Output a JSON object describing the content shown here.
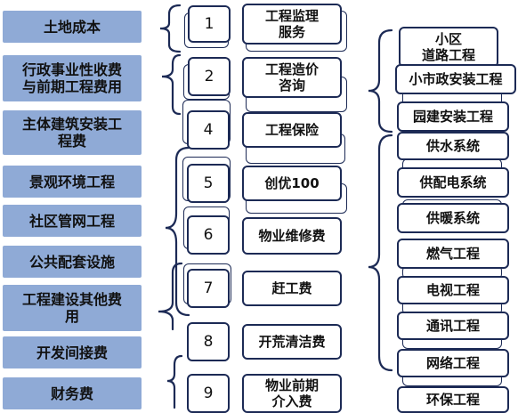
{
  "categories": [
    "土地成本",
    "行政事业性收费\n与前期工程费用",
    "主体建筑安装工\n程费",
    "景观环境工程",
    "社区管网工程",
    "公共配套设施",
    "工程建设其他费\n用",
    "开发间接费",
    "财务费"
  ],
  "numbers": [
    "1",
    "2",
    "4",
    "5",
    "6",
    "7",
    "8",
    "9"
  ],
  "middle_items": [
    "工程监理\n服务",
    "工程造价\n咨询",
    "工程保险",
    "创优100",
    "物业维修费",
    "赶工费",
    "开荒清洁费",
    "物业前期\n介入费"
  ],
  "right_items": [
    "小区\n道路工程",
    "小市政安装工程",
    "园建安装工程",
    "供水系统",
    "供配电系统",
    "供暖系统",
    "燃气工程",
    "电视工程",
    "通讯工程",
    "网络工程",
    "环保工程"
  ]
}
